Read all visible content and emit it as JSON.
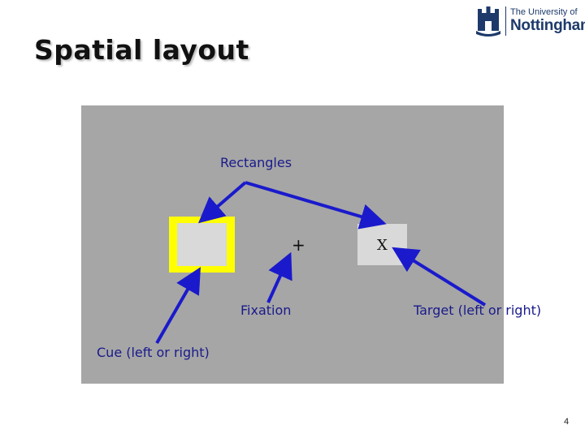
{
  "slide": {
    "title": "Spatial layout",
    "page_number": "4"
  },
  "logo": {
    "line1": "The University of",
    "line2": "Nottingham"
  },
  "diagram": {
    "fixation_symbol": "+",
    "target_symbol": "X",
    "labels": {
      "rectangles": "Rectangles",
      "fixation": "Fixation",
      "target": "Target (left or right)",
      "cue": "Cue (left or right)"
    },
    "colors": {
      "background": "#a6a6a6",
      "rectangle_fill": "#d9d9d9",
      "cue_border": "#ffff00",
      "arrow": "#1a1acc",
      "label_text": "#1a1a8c"
    }
  }
}
